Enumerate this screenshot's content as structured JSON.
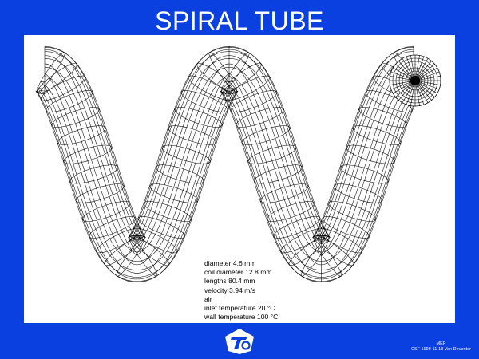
{
  "slide": {
    "title": "SPIRAL TUBE"
  },
  "parameters": [
    "diameter 4.6 mm",
    "coil diameter 12.8 mm",
    "lengths 80.4 mm",
    "velocity 3.94 m/s",
    "air",
    "inlet temperature 20 °C",
    "wall temperature 100 °C"
  ],
  "footer": {
    "label": "MEP",
    "credit": "CSF 1999-11-18 Van Deventer"
  },
  "colors": {
    "background": "#0a3fe0",
    "panel": "#ffffff",
    "mesh": "#000000",
    "text": "#ffffff"
  },
  "icons": {
    "logo": "tno-logo-icon"
  }
}
